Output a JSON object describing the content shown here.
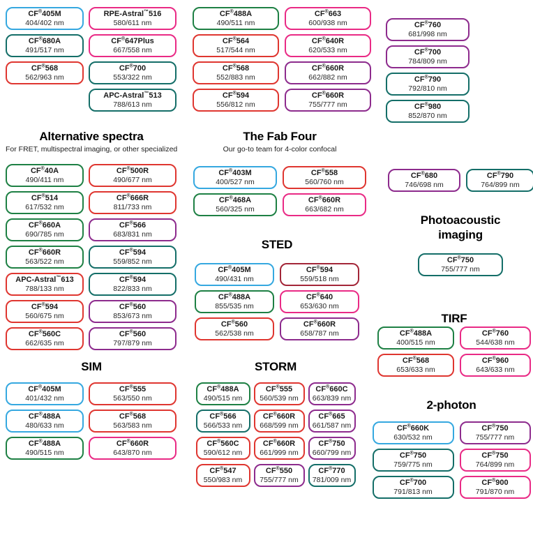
{
  "colors": {
    "blue": "#35A8E0",
    "green": "#1E8044",
    "teal": "#146E68",
    "red": "#DF3630",
    "darkred": "#A32638",
    "pink": "#E92A85",
    "purple": "#8D2B8D"
  },
  "sections": {
    "group1": {
      "columns": [
        [
          {
            "name": "CF®405M",
            "value": "404/402 nm",
            "color": "blue"
          },
          {
            "name": "CF®680A",
            "value": "491/517 nm",
            "color": "teal"
          },
          {
            "name": "CF®568",
            "value": "562/963 nm",
            "color": "red"
          }
        ],
        [
          {
            "name": "RPE-Astral™516",
            "value": "580/611 nm",
            "color": "pink"
          },
          {
            "name": "CF®647Plus",
            "value": "667/558 nm",
            "color": "pink"
          },
          {
            "name": "CF®700",
            "value": "553/322 nm",
            "color": "teal"
          },
          {
            "name": "APC-Astral™513",
            "value": "788/613 nm",
            "color": "teal"
          }
        ]
      ]
    },
    "group2": {
      "columns": [
        [
          {
            "name": "CF®488A",
            "value": "490/511 nm",
            "color": "green"
          },
          {
            "name": "CF®564",
            "value": "517/544 nm",
            "color": "red"
          },
          {
            "name": "CF®568",
            "value": "552/883 nm",
            "color": "red"
          },
          {
            "name": "CF®594",
            "value": "556/812 nm",
            "color": "red"
          }
        ],
        [
          {
            "name": "CF®663",
            "value": "600/938 nm",
            "color": "pink"
          },
          {
            "name": "CF®640R",
            "value": "620/533 nm",
            "color": "pink"
          },
          {
            "name": "CF®660R",
            "value": "662/882 nm",
            "color": "purple"
          },
          {
            "name": "CF®660R",
            "value": "755/777 nm",
            "color": "purple"
          }
        ]
      ]
    },
    "group3": {
      "columns": [
        [
          {
            "name": "CF®760",
            "value": "681/998 nm",
            "color": "purple"
          },
          {
            "name": "CF®700",
            "value": "784/809 nm",
            "color": "purple"
          },
          {
            "name": "CF®790",
            "value": "792/810 nm",
            "color": "teal"
          },
          {
            "name": "CF®980",
            "value": "852/870 nm",
            "color": "teal"
          }
        ]
      ]
    },
    "alt": {
      "title": "Alternative spectra",
      "subtitle": "For FRET, multispectral imaging, or other specialized",
      "columns": [
        [
          {
            "name": "CF®40A",
            "value": "490/411 nm",
            "color": "green"
          },
          {
            "name": "CF®514",
            "value": "617/532 nm",
            "color": "green"
          },
          {
            "name": "CF®660A",
            "value": "690/785 nm",
            "color": "green"
          },
          {
            "name": "CF®660R",
            "value": "563/522 nm",
            "color": "green"
          },
          {
            "name": "APC-Astral™613",
            "value": "788/133 nm",
            "color": "red"
          },
          {
            "name": "CF®594",
            "value": "560/675 nm",
            "color": "red"
          },
          {
            "name": "CF®560C",
            "value": "662/635 nm",
            "color": "red"
          }
        ],
        [
          {
            "name": "CF®500R",
            "value": "490/677 nm",
            "color": "red"
          },
          {
            "name": "CF®666R",
            "value": "811/733 nm",
            "color": "red"
          },
          {
            "name": "CF®566",
            "value": "683/831 nm",
            "color": "purple"
          },
          {
            "name": "CF®594",
            "value": "559/852 nm",
            "color": "teal"
          },
          {
            "name": "CF®594",
            "value": "822/833 nm",
            "color": "teal"
          },
          {
            "name": "CF®560",
            "value": "853/673 nm",
            "color": "purple"
          },
          {
            "name": "CF®560",
            "value": "797/879 nm",
            "color": "purple"
          }
        ]
      ]
    },
    "fab": {
      "title": "The Fab Four",
      "subtitle": "Our go-to team for 4-color confocal",
      "columns": [
        [
          {
            "name": "CF®403M",
            "value": "400/527 nm",
            "color": "blue"
          },
          {
            "name": "CF®468A",
            "value": "560/325 nm",
            "color": "green"
          }
        ],
        [
          {
            "name": "CF®558",
            "value": "560/760 nm",
            "color": "red"
          },
          {
            "name": "CF®660R",
            "value": "663/682 nm",
            "color": "pink"
          }
        ]
      ]
    },
    "pair680": {
      "columns": [
        [
          {
            "name": "CF®680",
            "value": "746/698 nm",
            "color": "purple"
          }
        ],
        [
          {
            "name": "CF®790",
            "value": "764/899 nm",
            "color": "teal"
          }
        ]
      ]
    },
    "sted": {
      "title": "STED",
      "columns": [
        [
          {
            "name": "CF®405M",
            "value": "490/431 nm",
            "color": "blue"
          },
          {
            "name": "CF®488A",
            "value": "855/535 nm",
            "color": "green"
          },
          {
            "name": "CF®560",
            "value": "562/538 nm",
            "color": "red"
          }
        ],
        [
          {
            "name": "CF®594",
            "value": "559/518 nm",
            "color": "darkred"
          },
          {
            "name": "CF®640",
            "value": "653/630 nm",
            "color": "pink"
          },
          {
            "name": "CF®660R",
            "value": "658/787 nm",
            "color": "purple"
          }
        ]
      ]
    },
    "pa": {
      "title": "Photoacoustic imaging",
      "columns": [
        [
          {
            "name": "CF®750",
            "value": "755/777 nm",
            "color": "teal"
          }
        ]
      ]
    },
    "tirf": {
      "title": "TIRF",
      "columns": [
        [
          {
            "name": "CF®488A",
            "value": "400/515 nm",
            "color": "green"
          },
          {
            "name": "CF®568",
            "value": "653/633 nm",
            "color": "red"
          }
        ],
        [
          {
            "name": "CF®760",
            "value": "544/638 nm",
            "color": "pink"
          },
          {
            "name": "CF®960",
            "value": "643/633 nm",
            "color": "pink"
          }
        ]
      ]
    },
    "sim": {
      "title": "SIM",
      "columns": [
        [
          {
            "name": "CF®405M",
            "value": "401/432 nm",
            "color": "blue"
          },
          {
            "name": "CF®488A",
            "value": "480/633 nm",
            "color": "blue"
          },
          {
            "name": "CF®488A",
            "value": "490/515 nm",
            "color": "green"
          }
        ],
        [
          {
            "name": "CF®555",
            "value": "563/550 nm",
            "color": "red"
          },
          {
            "name": "CF®568",
            "value": "563/583 nm",
            "color": "red"
          },
          {
            "name": "CF®660R",
            "value": "643/870 nm",
            "color": "pink"
          }
        ]
      ]
    },
    "storm": {
      "title": "STORM",
      "columns": [
        [
          {
            "name": "CF®488A",
            "value": "490/515 nm",
            "color": "green"
          },
          {
            "name": "CF®566",
            "value": "566/533 nm",
            "color": "teal"
          },
          {
            "name": "CF®560C",
            "value": "590/612 nm",
            "color": "red"
          },
          {
            "name": "CF®547",
            "value": "550/983 nm",
            "color": "red"
          }
        ],
        [
          {
            "name": "CF®555",
            "value": "560/539 nm",
            "color": "red"
          },
          {
            "name": "CF®660R",
            "value": "668/599 nm",
            "color": "red"
          },
          {
            "name": "CF®660R",
            "value": "661/999 nm",
            "color": "red"
          },
          {
            "name": "CF®550",
            "value": "755/777 nm",
            "color": "purple"
          }
        ],
        [
          {
            "name": "CF®660C",
            "value": "663/839 nm",
            "color": "purple"
          },
          {
            "name": "CF®665",
            "value": "661/587 nm",
            "color": "purple"
          },
          {
            "name": "CF®750",
            "value": "660/799 nm",
            "color": "purple"
          },
          {
            "name": "CF®770",
            "value": "781/009 nm",
            "color": "teal"
          }
        ]
      ]
    },
    "twophoton": {
      "title": "2-photon",
      "columns": [
        [
          {
            "name": "CF®660K",
            "value": "630/532 nm",
            "color": "blue"
          },
          {
            "name": "CF®750",
            "value": "759/775 nm",
            "color": "teal"
          },
          {
            "name": "CF®700",
            "value": "791/813 nm",
            "color": "teal"
          }
        ],
        [
          {
            "name": "CF®750",
            "value": "755/777 nm",
            "color": "purple"
          },
          {
            "name": "CF®750",
            "value": "764/899 nm",
            "color": "pink"
          },
          {
            "name": "CF®900",
            "value": "791/870 nm",
            "color": "pink"
          }
        ]
      ]
    }
  }
}
